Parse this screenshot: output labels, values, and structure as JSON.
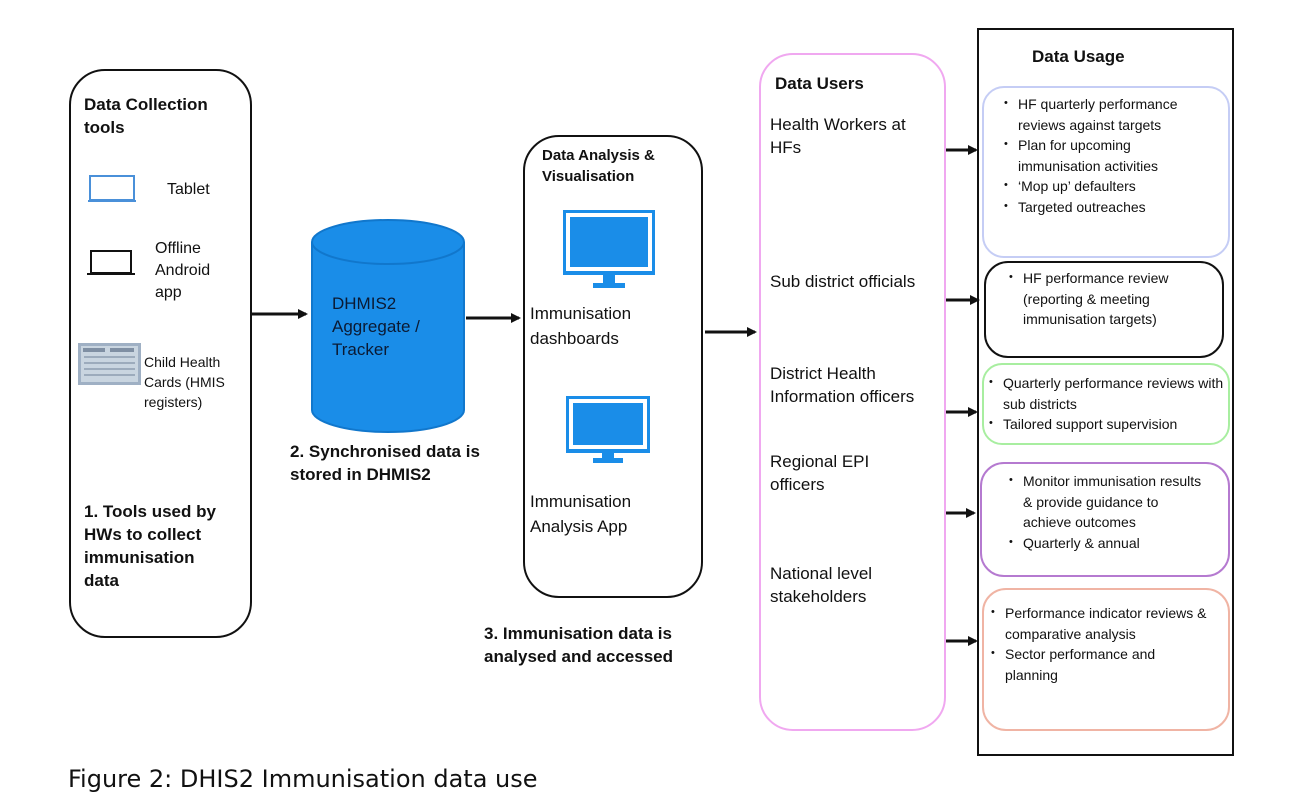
{
  "collection": {
    "heading": "Data Collection tools",
    "tools": [
      {
        "label": "Tablet",
        "icon": "tablet-icon"
      },
      {
        "label": "Offline Android app",
        "icon": "laptop-icon"
      },
      {
        "label": "Child Health Cards (HMIS registers)",
        "icon": "health-card-icon"
      }
    ],
    "step": "1. Tools used by HWs to collect immunisation data"
  },
  "database": {
    "label": "DHMIS2 Aggregate / Tracker",
    "step": "2. Synchronised data is stored in DHMIS2",
    "color": "#1a8de8"
  },
  "analysis": {
    "heading": "Data Analysis & Visualisation",
    "items": [
      {
        "label": "Immunisation dashboards",
        "icon": "monitor-icon"
      },
      {
        "label": "Immunisation Analysis App",
        "icon": "monitor-icon"
      }
    ],
    "step": "3. Immunisation data is analysed and accessed"
  },
  "users": {
    "heading": "Data Users",
    "list": [
      "Health Workers at HFs",
      "Sub district officials",
      "District Health Information officers",
      "Regional EPI officers",
      "National level stakeholders"
    ],
    "border_color": "#f0a8f0"
  },
  "usage": {
    "heading": "Data Usage",
    "groups": [
      {
        "color": "#c5cdf5",
        "items": [
          "HF quarterly performance reviews against targets",
          "Plan for upcoming immunisation activities",
          "‘Mop up’ defaulters",
          "Targeted outreaches"
        ]
      },
      {
        "color": "#111111",
        "items": [
          "HF performance review (reporting & meeting immunisation targets)"
        ]
      },
      {
        "color": "#a8eea0",
        "items": [
          "Quarterly performance reviews with sub districts",
          "Tailored support supervision"
        ]
      },
      {
        "color": "#b57ad0",
        "items": [
          "Monitor immunisation results & provide guidance to achieve outcomes",
          "Quarterly & annual"
        ]
      },
      {
        "color": "#f0b4a4",
        "items": [
          "Performance indicator reviews & comparative analysis",
          "Sector performance and planning"
        ]
      }
    ]
  },
  "caption": "Figure 2: DHIS2 Immunisation data use"
}
